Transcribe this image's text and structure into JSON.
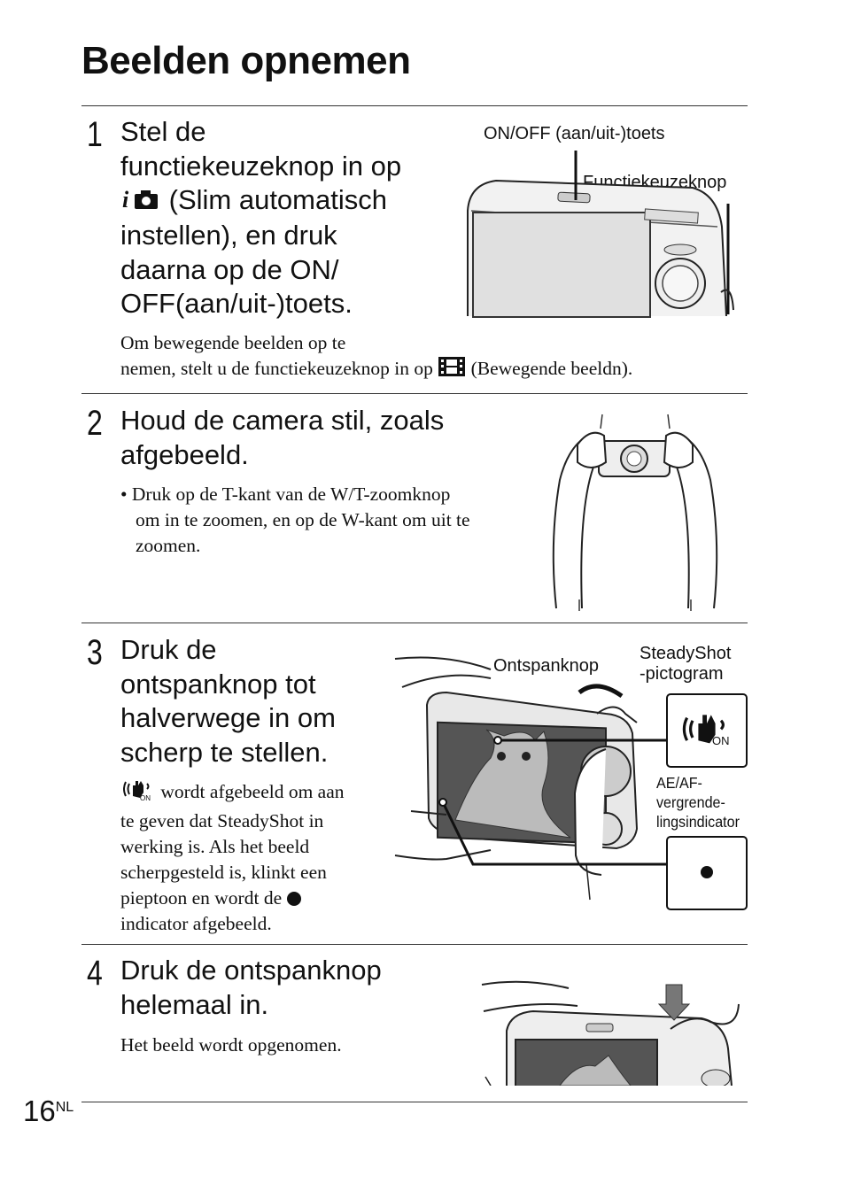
{
  "page": {
    "title": "Beelden opnemen",
    "number": "16",
    "lang_suffix": "NL"
  },
  "steps": [
    {
      "num": "1",
      "heading_lines": [
        "Stel de",
        "functiekeuzeknop in op",
        "(Slim automatisch",
        "instellen), en druk",
        "daarna op de ON/",
        "OFF(aan/uit-)toets."
      ],
      "note_lines": [
        "Om bewegende beelden op te",
        "nemen, stelt u de functiekeuzeknop in op",
        "(Bewegende beeldn)."
      ],
      "labels": {
        "power": "ON/OFF (aan/uit-)toets",
        "dial": "Functiekeuzeknop"
      }
    },
    {
      "num": "2",
      "heading_lines": [
        "Houd de camera stil, zoals",
        "afgebeeld."
      ],
      "bullet_lines": [
        "• Druk op de T-kant van de W/T-zoomknop",
        "om in te zoomen, en op de W-kant om uit te",
        "zoomen."
      ]
    },
    {
      "num": "3",
      "heading_lines": [
        "Druk de",
        "ontspanknop tot",
        "halverwege in om",
        "scherp te stellen."
      ],
      "note_lines": [
        "wordt afgebeeld om aan",
        "te geven dat SteadyShot in",
        "werking is. Als het beeld",
        "scherpgesteld is, klinkt een",
        "pieptoon en wordt de",
        "indicator afgebeeld."
      ],
      "labels": {
        "shutter": "Ontspanknop",
        "steady1": "SteadyShot",
        "steady2": "-pictogram",
        "ae1": "AE/AF-",
        "ae2": "vergrende-",
        "ae3": "lingsindicator",
        "on": "ON"
      }
    },
    {
      "num": "4",
      "heading_lines": [
        "Druk de ontspanknop",
        "helemaal in."
      ],
      "note_lines": [
        "Het beeld wordt opgenomen."
      ]
    }
  ]
}
